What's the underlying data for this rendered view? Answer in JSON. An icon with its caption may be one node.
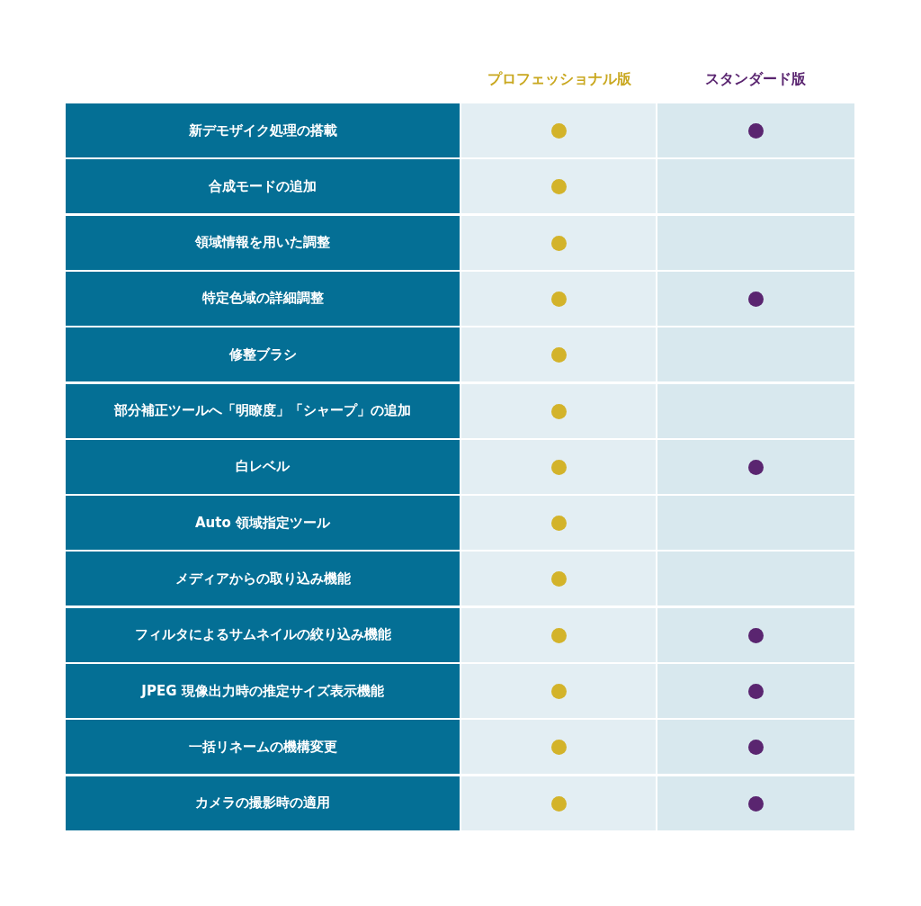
{
  "diagram": {
    "nodes": [
      {
        "text": [
          "新デモザイク処理の搭載"
        ]
      },
      {
        "text": [],
        "shape": "circle"
      },
      {
        "text": [],
        "shape": "circle"
      },
      {
        "text": [
          "合成モードの追加"
        ]
      },
      {
        "text": [],
        "shape": "circle"
      },
      {
        "text": [
          "領域情報を用いた調整"
        ]
      },
      {
        "text": [],
        "shape": "circle"
      },
      {
        "text": [
          "特定色域の詳細調整"
        ]
      },
      {
        "text": [],
        "shape": "circle"
      },
      {
        "text": [],
        "shape": "circle"
      },
      {
        "text": [
          "修整ブラシ"
        ]
      },
      {
        "text": [],
        "shape": "circle"
      },
      {
        "text": [
          "部分補正ツールへ「明瞭度」「シャープ」の追加"
        ]
      },
      {
        "text": [],
        "shape": "circle"
      },
      {
        "text": [
          "白レベル"
        ]
      },
      {
        "text": [],
        "shape": "circle"
      },
      {
        "text": [],
        "shape": "circle"
      },
      {
        "text": [
          "Auto 領域指定ツール"
        ]
      },
      {
        "text": [],
        "shape": "circle"
      },
      {
        "text": [
          "メディアからの取り込み機能"
        ]
      },
      {
        "text": [],
        "shape": "circle"
      },
      {
        "text": [
          "フィルタによるサムネイルの絞り込み機能"
        ]
      },
      {
        "text": [],
        "shape": "circle"
      },
      {
        "text": [],
        "shape": "circle"
      },
      {
        "text": [
          "JPEG 現像出力時の推定サイズ表示機能"
        ]
      },
      {
        "text": [],
        "shape": "circle"
      },
      {
        "text": [],
        "shape": "circle"
      },
      {
        "text": [
          "一括リネームの機構変更"
        ]
      },
      {
        "text": [],
        "shape": "circle"
      },
      {
        "text": [],
        "shape": "circle"
      },
      {
        "text": [
          "カメラの撮影時の適用"
        ]
      },
      {
        "text": [],
        "shape": "circle"
      },
      {
        "text": [],
        "shape": "circle"
      }
    ],
    "labels": [
      "プロフェッショナル版",
      "スタンダード版"
    ]
  }
}
